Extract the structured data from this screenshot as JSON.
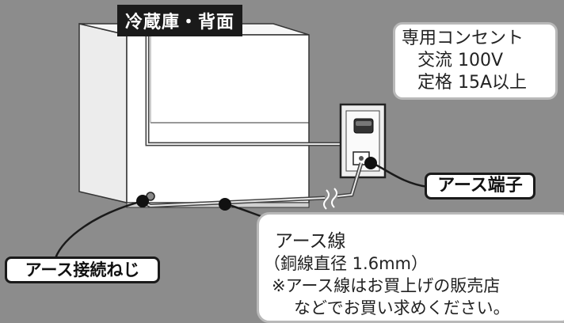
{
  "fridge_label": "冷蔵庫・背面",
  "outlet_callout": {
    "title": "専用コンセント",
    "ac": "交流 100V",
    "rating": "定格 15A以上"
  },
  "terminal_label": "アース端子",
  "screw_label": "アース接続ねじ",
  "wire_callout": {
    "title": "アース線",
    "spec": "（銅線直径 1.6mm）",
    "note_line1": "※アース線はお買上げの販売店",
    "note_line2": "などでお買い求めください。"
  },
  "colors": {
    "background": "#8c8c8c",
    "fridge_body": "#ffffff",
    "fridge_outline": "#333333",
    "label_dark": "#1a1a1a",
    "callout_border": "#b9b9b9"
  },
  "icons": [
    "fridge-illustration",
    "wall-outlet-icon",
    "ground-terminal-icon",
    "ground-screw-icon",
    "ground-wire-icon",
    "wire-break-icon"
  ]
}
